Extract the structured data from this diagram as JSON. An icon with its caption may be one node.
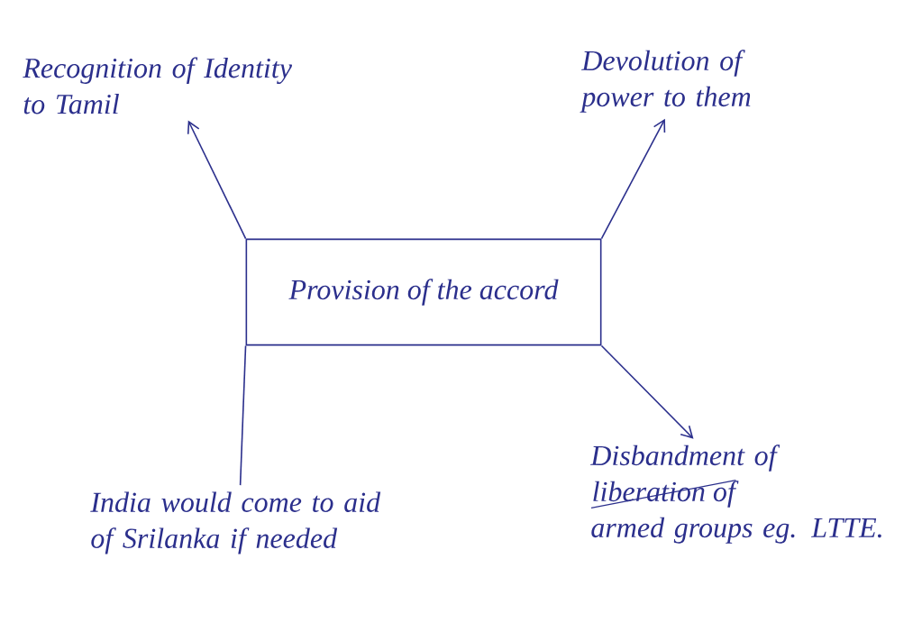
{
  "diagram": {
    "nodes": [
      {
        "text": [
          "Recognition of Identity to Tamil"
        ]
      },
      {
        "text": [
          "Devolution of power to them"
        ]
      },
      {
        "text": [
          "Provision of the accord"
        ]
      },
      {
        "text": [
          "India would come to aid of Srilanka if needed"
        ]
      },
      {
        "text": [
          "Disbandment of",
          "liberation of",
          "armed groups eg. LTTE."
        ]
      }
    ],
    "edges": [
      {
        "from": 2,
        "to": 0,
        "arrow": "to"
      },
      {
        "from": 2,
        "to": 1,
        "arrow": "to"
      },
      {
        "from": 2,
        "to": 3,
        "arrow": "none"
      },
      {
        "from": 2,
        "to": 4,
        "arrow": "to"
      }
    ]
  }
}
